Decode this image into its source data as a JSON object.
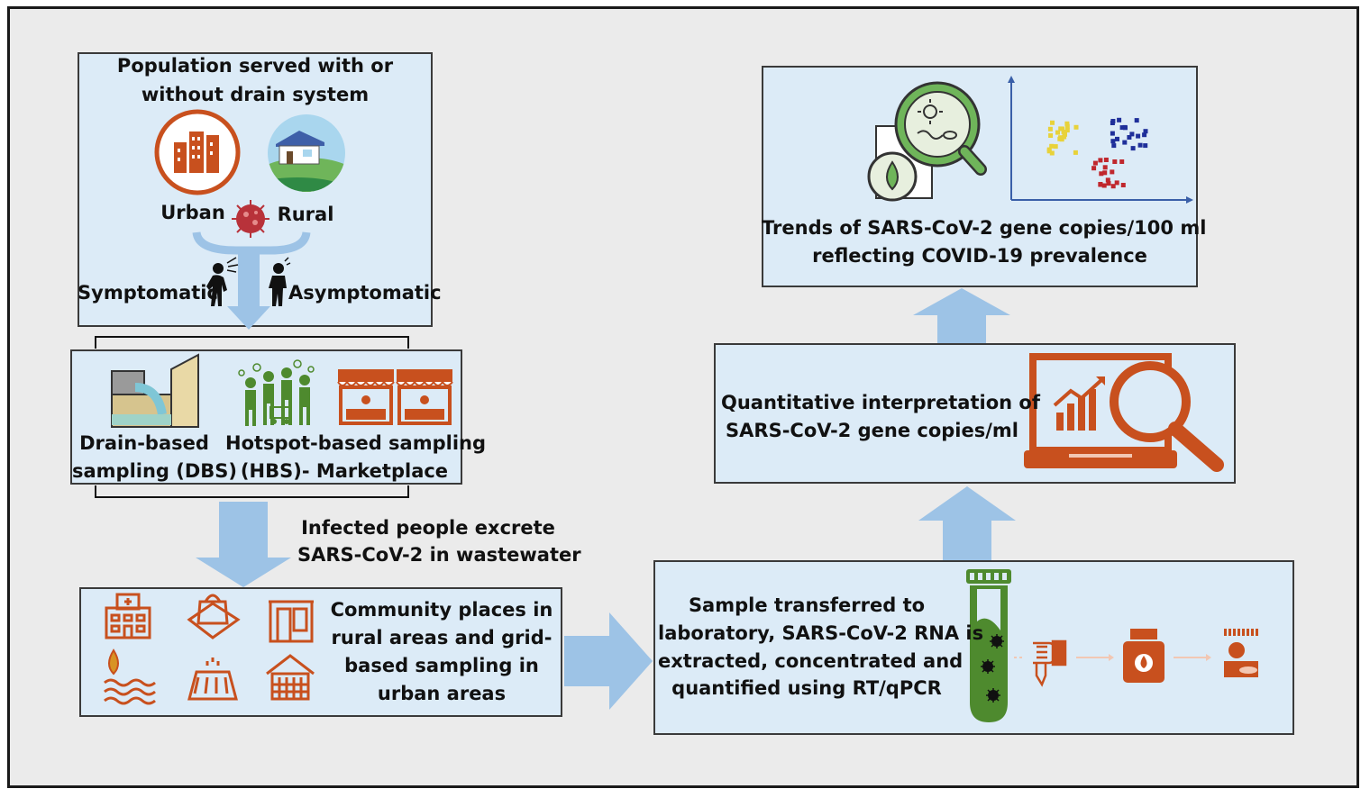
{
  "population": {
    "title_line1": "Population served with or",
    "title_line2": "without drain system",
    "urban": "Urban",
    "rural": "Rural",
    "symptomatic": "Symptomatic",
    "asymptomatic": "Asymptomatic"
  },
  "sampling": {
    "dbs_line1": "Drain-based",
    "dbs_line2": "sampling (DBS)",
    "hbs_line1": "Hotspot-based sampling",
    "hbs_line2": "(HBS)- Marketplace"
  },
  "excrete": {
    "line1": "Infected people excrete",
    "line2": "SARS-CoV-2 in wastewater"
  },
  "community": {
    "line1": "Community places in",
    "line2": "rural areas and grid-",
    "line3": "based sampling in",
    "line4": "urban areas"
  },
  "lab": {
    "line1": "Sample transferred to",
    "line2": "laboratory, SARS-CoV-2 RNA is",
    "line3": "extracted, concentrated and",
    "line4": "quantified using RT/qPCR"
  },
  "interpretation": {
    "line1": "Quantitative interpretation of",
    "line2": "SARS-CoV-2 gene copies/ml"
  },
  "trends": {
    "line1": "Trends of SARS-CoV-2 gene copies/100 ml",
    "line2": "reflecting COVID-19 prevalence"
  },
  "colors": {
    "accent_orange": "#c8501e",
    "arrow_blue": "#9dc3e6",
    "box_fill": "#dcebf7",
    "tube_green": "#4e8a2e"
  }
}
